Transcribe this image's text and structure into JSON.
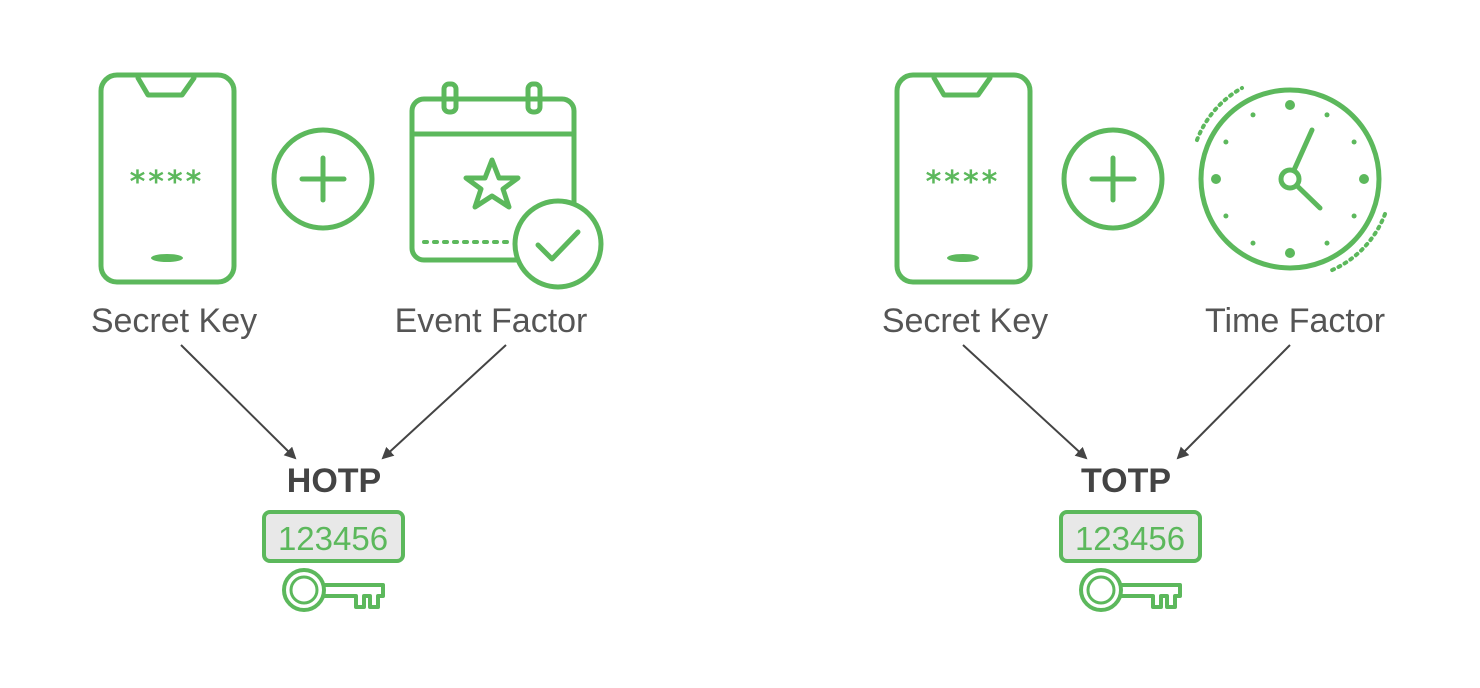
{
  "colors": {
    "accent": "#5cb85c",
    "text": "#555555",
    "heading": "#444444"
  },
  "hotp": {
    "secret_label": "Secret Key",
    "factor_label": "Event Factor",
    "algorithm": "HOTP",
    "code": "123456",
    "pin_mask": "****",
    "icons": [
      "phone-icon",
      "plus-icon",
      "calendar-check-icon",
      "key-icon"
    ]
  },
  "totp": {
    "secret_label": "Secret Key",
    "factor_label": "Time Factor",
    "algorithm": "TOTP",
    "code": "123456",
    "pin_mask": "****",
    "icons": [
      "phone-icon",
      "plus-icon",
      "clock-icon",
      "key-icon"
    ]
  }
}
